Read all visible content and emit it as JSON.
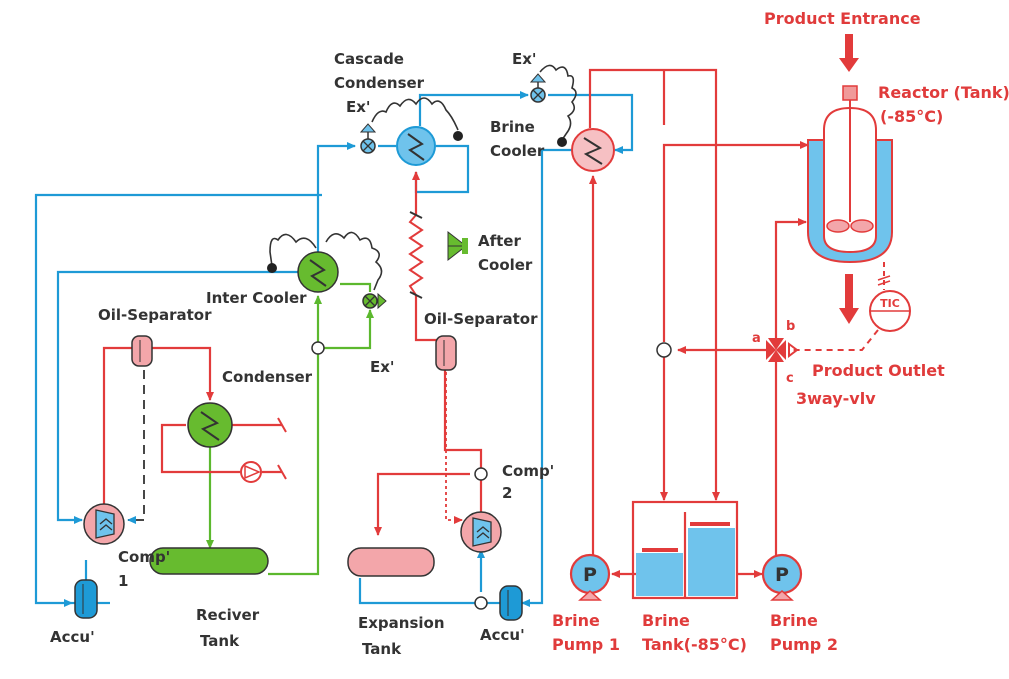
{
  "labels": {
    "cascade_condenser_1": "Cascade",
    "cascade_condenser_2": "Condenser",
    "ex_cascade": "Ex'",
    "ex_brine": "Ex'",
    "brine_cooler_1": "Brine",
    "brine_cooler_2": "Cooler",
    "after_cooler_1": "After",
    "after_cooler_2": "Cooler",
    "inter_cooler": "Inter Cooler",
    "ex_inter": "Ex'",
    "oil_separator_left": "Oil-Separator",
    "oil_separator_right": "Oil-Separator",
    "condenser": "Condenser",
    "comp1_a": "Comp'",
    "comp1_b": "1",
    "comp2_a": "Comp'",
    "comp2_b": "2",
    "accu_left": "Accu'",
    "accu_right": "Accu'",
    "receiver_tank_1": "Reciver",
    "receiver_tank_2": "Tank",
    "expansion_tank_1": "Expansion",
    "expansion_tank_2": "Tank",
    "brine_pump1_1": "Brine",
    "brine_pump1_2": "Pump 1",
    "brine_tank_1": "Brine",
    "brine_tank_2": "Tank(-85°C)",
    "brine_pump2_1": "Brine",
    "brine_pump2_2": "Pump 2",
    "product_entrance": "Product Entrance",
    "reactor_1": "Reactor (Tank)",
    "reactor_2": "(-85°C)",
    "product_outlet": "Product Outlet",
    "valve_a": "a",
    "valve_b": "b",
    "valve_c": "c",
    "three_way_valve": "3way-vlv",
    "tic": "TIC",
    "pump_letter": "P"
  },
  "colors": {
    "blue_line": "#1e9ad6",
    "red_line": "#e23b3b",
    "green_line": "#5cb82e",
    "pink_fill": "#f3a6aa",
    "blue_fill": "#6fc3ec",
    "green_fill": "#67bb2f"
  }
}
